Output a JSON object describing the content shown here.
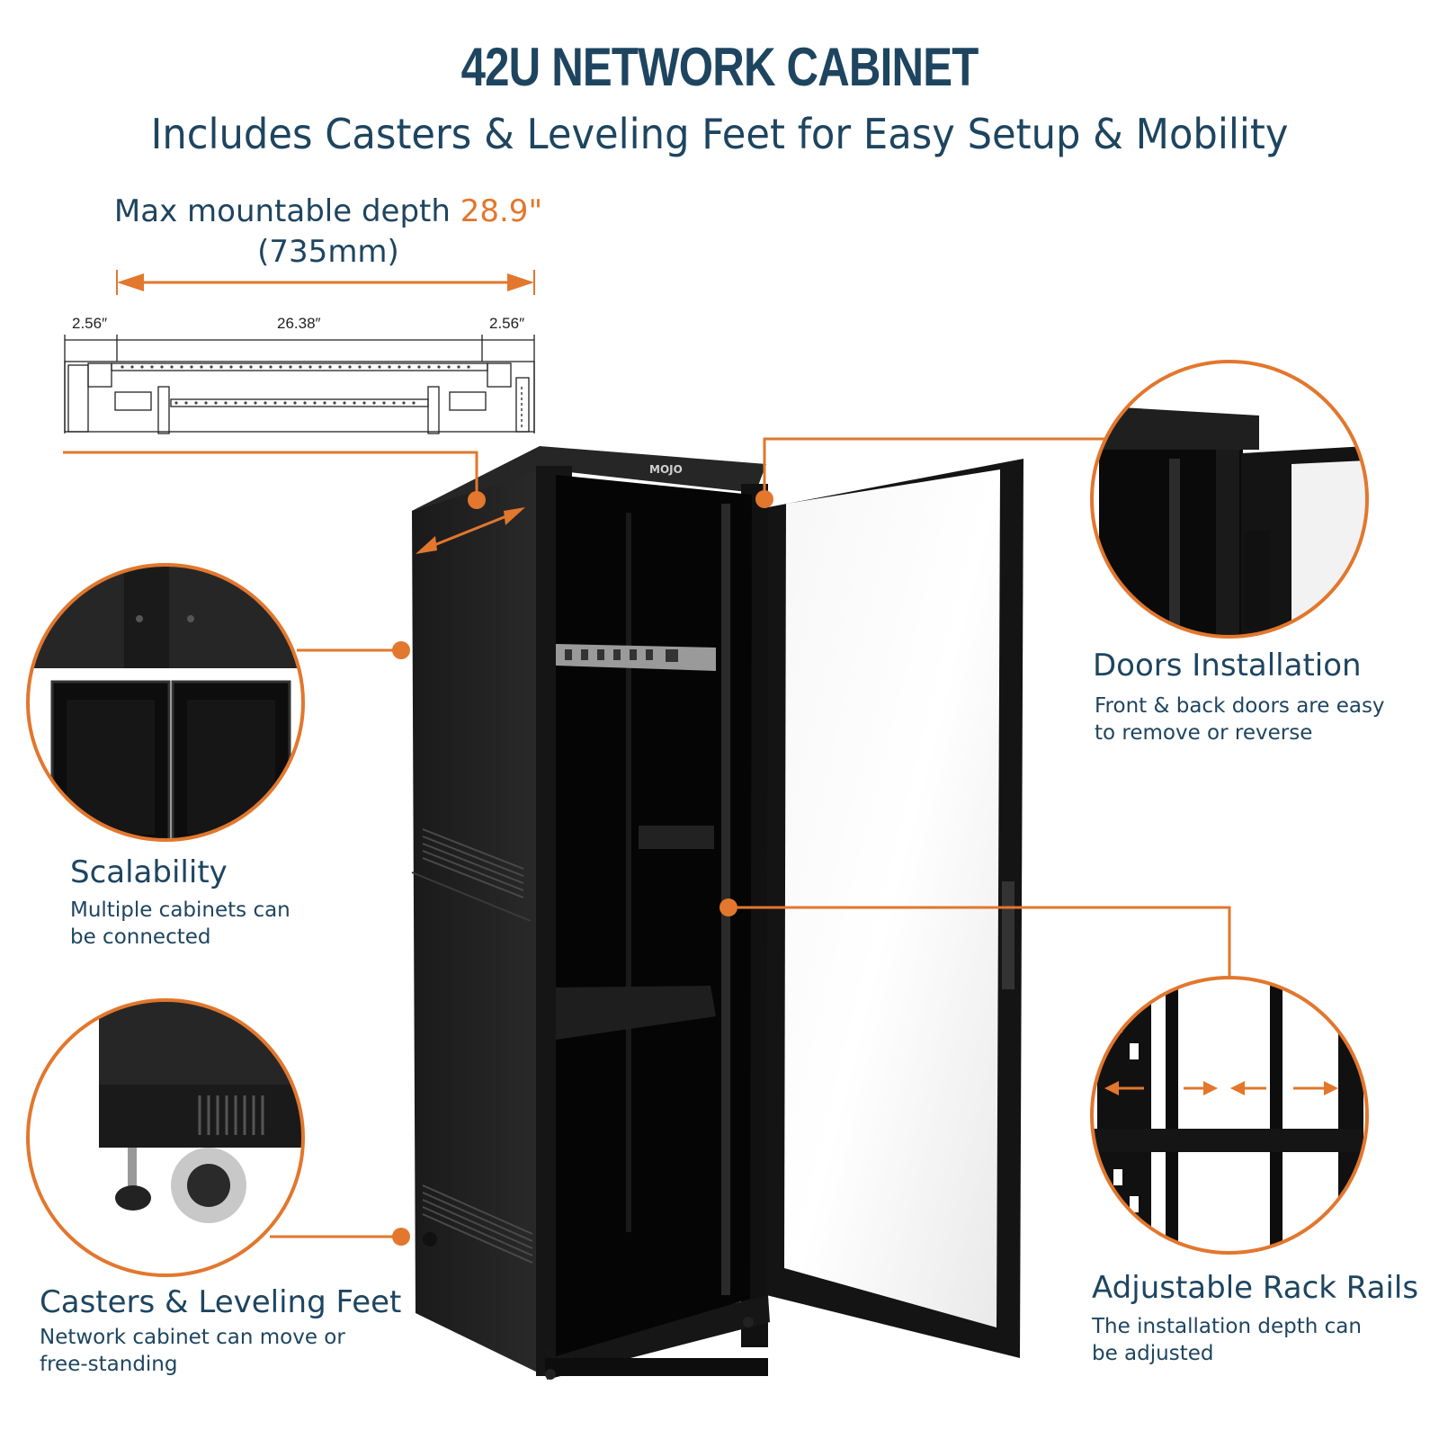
{
  "header": {
    "title": "42U NETWORK CABINET",
    "subtitle": "Includes Casters & Leveling Feet for Easy Setup & Mobility"
  },
  "depth": {
    "label": "Max mountable depth",
    "value": "28.9\"",
    "metric": "(735mm)",
    "dims": [
      "2.56″",
      "26.38″",
      "2.56″"
    ]
  },
  "features": {
    "doors": {
      "title": "Doors Installation",
      "desc1": "Front & back doors are easy",
      "desc2": "to remove or reverse"
    },
    "scale": {
      "title": "Scalability",
      "desc1": "Multiple cabinets can",
      "desc2": "be connected"
    },
    "casters": {
      "title": "Casters & Leveling Feet",
      "desc1": "Network cabinet can move or",
      "desc2": "free-standing"
    },
    "rails": {
      "title": "Adjustable Rack Rails",
      "desc1": "The installation depth can",
      "desc2": "be adjusted"
    }
  },
  "brand": {
    "logo": "MOJO"
  },
  "colors": {
    "accent": "#e2772d",
    "text": "#1e4560"
  }
}
